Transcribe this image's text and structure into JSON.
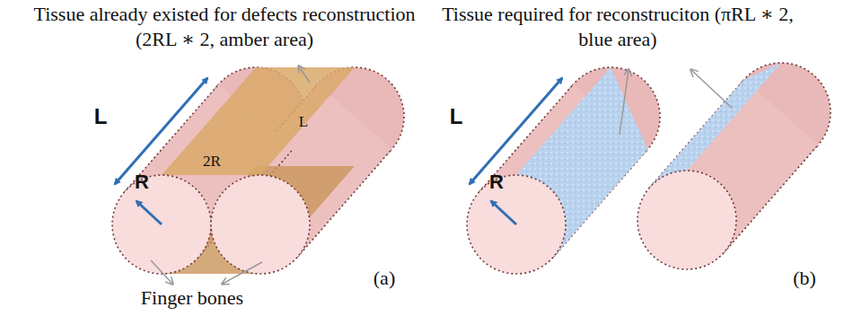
{
  "diagram": {
    "labels": [
      "Tissue already existed for defects reconstruction (2RL ∗ 2,  amber area)",
      "L",
      "2R",
      "L",
      "R",
      "Finger bones",
      "(a)",
      "Tissue required for reconstruciton (πRL ∗ 2, blue area)",
      "L",
      "R",
      "(b)"
    ]
  }
}
